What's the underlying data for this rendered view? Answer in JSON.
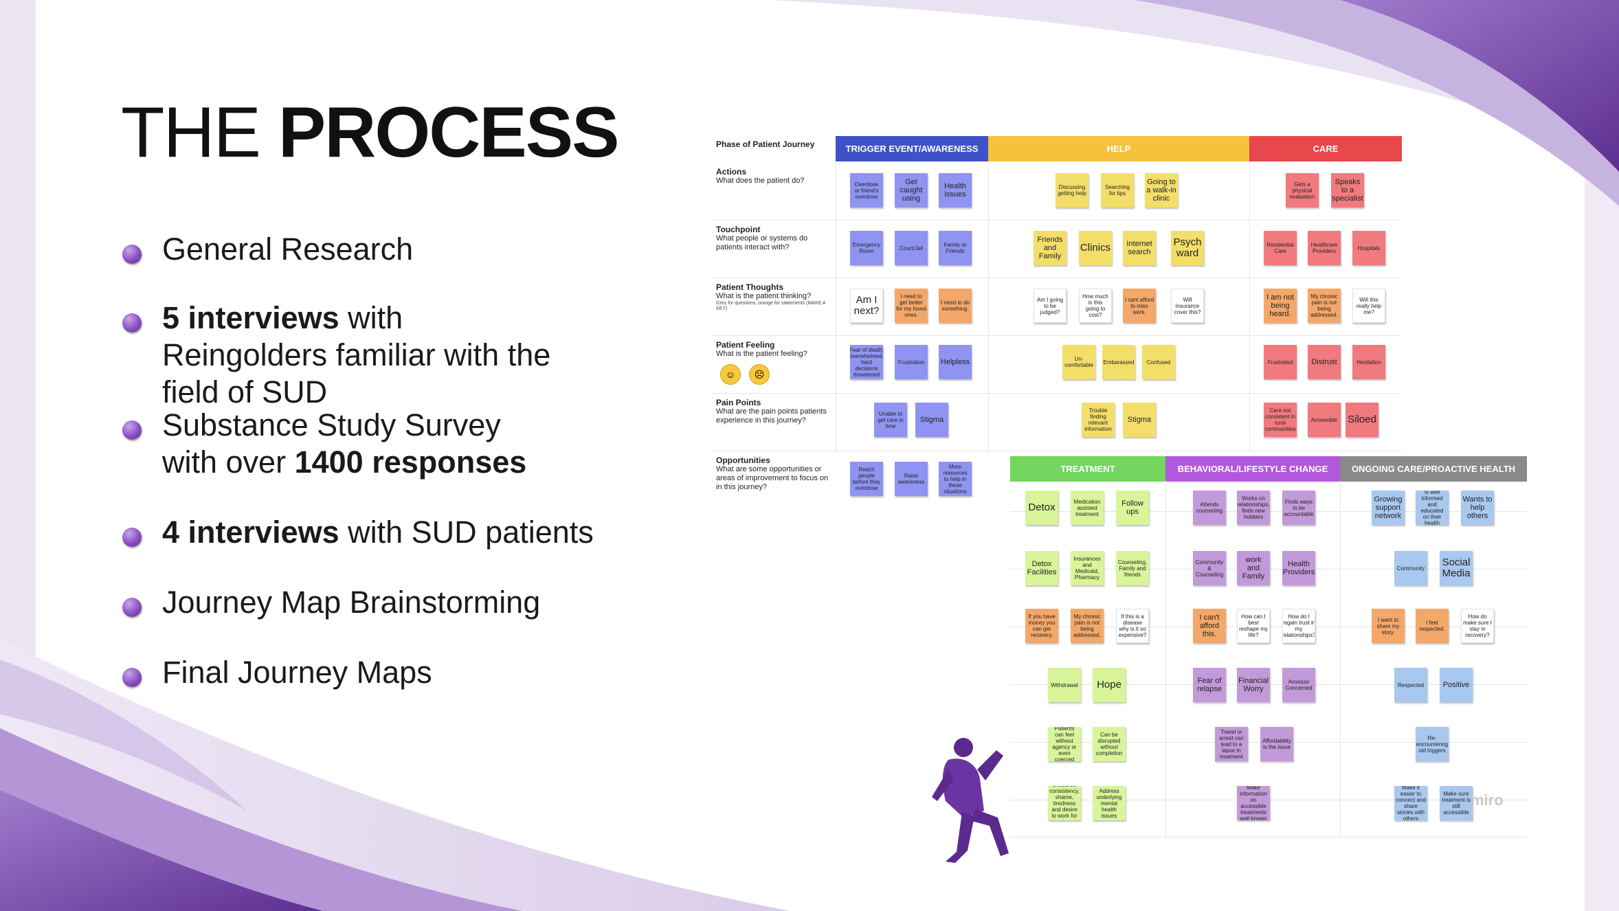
{
  "slide": {
    "title_light": "THE",
    "title_bold": "PROCESS",
    "colors": {
      "accent": "#7b3fb5",
      "deco_light": "#e4dcef",
      "deco_dark": "#7e4bb3"
    },
    "bullets": [
      {
        "pre": "",
        "bold": "",
        "post": "General Research"
      },
      {
        "pre": "",
        "bold": "5 interviews",
        "post": " with Reingolders familiar with the field of SUD"
      },
      {
        "pre": "Substance Study Survey with over ",
        "bold": "1400 responses",
        "post": ""
      },
      {
        "pre": "",
        "bold": "4 interviews",
        "post": " with SUD patients"
      },
      {
        "pre": "",
        "bold": "",
        "post": "Journey Map Brainstorming"
      },
      {
        "pre": "",
        "bold": "",
        "post": "Final Journey Maps"
      }
    ]
  },
  "board": {
    "header_label": "Phase of Patient Journey",
    "rows": [
      {
        "title": "Actions",
        "desc": "What does the patient do?",
        "note": ""
      },
      {
        "title": "Touchpoint",
        "desc": "What people or systems do patients interact with?",
        "note": ""
      },
      {
        "title": "Patient Thoughts",
        "desc": "What is the patient thinking?",
        "note": "Grey for questions, orange for statements (MAKE A KEY)"
      },
      {
        "title": "Patient Feeling",
        "desc": "What is the patient feeling?",
        "note": ""
      },
      {
        "title": "Pain Points",
        "desc": "What are the pain points patients experience in this journey?",
        "note": ""
      },
      {
        "title": "Opportunities",
        "desc": "What are some opportunities or areas of improvement to focus on in this journey?",
        "note": ""
      }
    ],
    "phases_top": [
      {
        "label": "TRIGGER EVENT/AWARENESS",
        "color": "#3f51c9"
      },
      {
        "label": "HELP",
        "color": "#f5c23b"
      },
      {
        "label": "CARE",
        "color": "#e8474b"
      }
    ],
    "phases_bottom": [
      {
        "label": "TREATMENT",
        "color": "#72d55e"
      },
      {
        "label": "BEHAVIORAL/LIFESTYLE CHANGE",
        "color": "#b358de"
      },
      {
        "label": "ONGOING CARE/PROACTIVE HEALTH",
        "color": "#8a8a8a"
      }
    ],
    "sticky_colors": {
      "blue": "#8f94f2",
      "yellow": "#f4de6a",
      "red": "#f07a7e",
      "orange": "#f3a86a",
      "white": "#ffffff",
      "green": "#d8f59a",
      "purple": "#c29ad9",
      "lightblue": "#a9c8f0"
    },
    "stickies": [
      {
        "text": "Overdose or friend's overdose",
        "c": "blue",
        "s": ""
      },
      {
        "text": "Get caught using",
        "c": "blue",
        "s": "mid"
      },
      {
        "text": "Health issues",
        "c": "blue",
        "s": "mid"
      },
      {
        "text": "Discussing getting help",
        "c": "yellow",
        "s": ""
      },
      {
        "text": "Searching for tips",
        "c": "yellow",
        "s": ""
      },
      {
        "text": "Going to a walk-in clinic",
        "c": "yellow",
        "s": "mid"
      },
      {
        "text": "Gets a physical evaluation",
        "c": "red",
        "s": ""
      },
      {
        "text": "Speaks to a specialist",
        "c": "red",
        "s": "mid"
      },
      {
        "text": "Emergency Room",
        "c": "blue",
        "s": ""
      },
      {
        "text": "Court/Jail",
        "c": "blue",
        "s": ""
      },
      {
        "text": "Family or Friends",
        "c": "blue",
        "s": ""
      },
      {
        "text": "Friends and Family",
        "c": "yellow",
        "s": "mid"
      },
      {
        "text": "Clinics",
        "c": "yellow",
        "s": "big"
      },
      {
        "text": "Internet search",
        "c": "yellow",
        "s": "mid"
      },
      {
        "text": "Psych ward",
        "c": "yellow",
        "s": "big"
      },
      {
        "text": "Residential Care",
        "c": "red",
        "s": ""
      },
      {
        "text": "Healthcare Providers",
        "c": "red",
        "s": ""
      },
      {
        "text": "Hospitals",
        "c": "red",
        "s": ""
      },
      {
        "text": "Am I next?",
        "c": "white",
        "s": "big"
      },
      {
        "text": "I need to get better for my loved ones.",
        "c": "orange",
        "s": ""
      },
      {
        "text": "I need to do something.",
        "c": "orange",
        "s": ""
      },
      {
        "text": "Am I going to be judged?",
        "c": "white",
        "s": ""
      },
      {
        "text": "How much is this going to cost?",
        "c": "white",
        "s": ""
      },
      {
        "text": "I cant afford to miss work.",
        "c": "orange",
        "s": ""
      },
      {
        "text": "Will insurance cover this?",
        "c": "white",
        "s": ""
      },
      {
        "text": "I am not being heard.",
        "c": "orange",
        "s": "mid"
      },
      {
        "text": "My chronic pain is not being addressed.",
        "c": "orange",
        "s": ""
      },
      {
        "text": "Will this really help me?",
        "c": "white",
        "s": ""
      },
      {
        "text": "Fear of death, overwhelmed, hard decisions threatened",
        "c": "blue",
        "s": ""
      },
      {
        "text": "Frustration",
        "c": "blue",
        "s": ""
      },
      {
        "text": "Helpless",
        "c": "blue",
        "s": "mid"
      },
      {
        "text": "Un-comfortable",
        "c": "yellow",
        "s": ""
      },
      {
        "text": "Embarassed",
        "c": "yellow",
        "s": ""
      },
      {
        "text": "Confused",
        "c": "yellow",
        "s": ""
      },
      {
        "text": "Frustrated",
        "c": "red",
        "s": ""
      },
      {
        "text": "Distrust",
        "c": "red",
        "s": "mid"
      },
      {
        "text": "Hesitation",
        "c": "red",
        "s": ""
      },
      {
        "text": "Unable to get care in time",
        "c": "blue",
        "s": ""
      },
      {
        "text": "Stigma",
        "c": "blue",
        "s": "mid"
      },
      {
        "text": "Trouble finding relevant information",
        "c": "yellow",
        "s": ""
      },
      {
        "text": "Stigma",
        "c": "yellow",
        "s": "mid"
      },
      {
        "text": "Care not consistent in rural communities",
        "c": "red",
        "s": ""
      },
      {
        "text": "Accessible",
        "c": "red",
        "s": ""
      },
      {
        "text": "Siloed",
        "c": "red",
        "s": "big"
      },
      {
        "text": "Reach people before they overdose",
        "c": "blue",
        "s": ""
      },
      {
        "text": "Raise awareness",
        "c": "blue",
        "s": ""
      },
      {
        "text": "More resources to help in these situations",
        "c": "blue",
        "s": ""
      },
      {
        "text": "Detox",
        "c": "green",
        "s": "big"
      },
      {
        "text": "Medication assisted treatment",
        "c": "green",
        "s": ""
      },
      {
        "text": "Follow ups",
        "c": "green",
        "s": "mid"
      },
      {
        "text": "Attends counseling",
        "c": "purple",
        "s": ""
      },
      {
        "text": "Works on relationships, finds new hobbies",
        "c": "purple",
        "s": ""
      },
      {
        "text": "Finds ways to be accountable",
        "c": "purple",
        "s": ""
      },
      {
        "text": "Growing support network",
        "c": "lightblue",
        "s": "mid"
      },
      {
        "text": "Is well informed and educated on their health",
        "c": "lightblue",
        "s": ""
      },
      {
        "text": "Wants to help others",
        "c": "lightblue",
        "s": "mid"
      },
      {
        "text": "Detox Facilities",
        "c": "green",
        "s": "mid"
      },
      {
        "text": "Insurances and Medicaid, Pharmacy",
        "c": "green",
        "s": ""
      },
      {
        "text": "Counseling, Family and friends",
        "c": "green",
        "s": ""
      },
      {
        "text": "Community & Counseling",
        "c": "purple",
        "s": ""
      },
      {
        "text": "work and Family",
        "c": "purple",
        "s": "mid"
      },
      {
        "text": "Health Providers",
        "c": "purple",
        "s": "mid"
      },
      {
        "text": "Community",
        "c": "lightblue",
        "s": ""
      },
      {
        "text": "Social Media",
        "c": "lightblue",
        "s": "big"
      },
      {
        "text": "If you have money you can get recovery.",
        "c": "orange",
        "s": ""
      },
      {
        "text": "My chronic pain is not being addressed.",
        "c": "orange",
        "s": ""
      },
      {
        "text": "If this is a disease why is it so expensive?",
        "c": "white",
        "s": ""
      },
      {
        "text": "I can't afford this.",
        "c": "orange",
        "s": "mid"
      },
      {
        "text": "How can I best reshape my life?",
        "c": "white",
        "s": ""
      },
      {
        "text": "How do I regain trust in my relationships?",
        "c": "white",
        "s": ""
      },
      {
        "text": "I want to share my story.",
        "c": "orange",
        "s": ""
      },
      {
        "text": "I feel respected.",
        "c": "orange",
        "s": ""
      },
      {
        "text": "How do make sure I stay in recovery?",
        "c": "white",
        "s": ""
      },
      {
        "text": "Withdrawal",
        "c": "green",
        "s": ""
      },
      {
        "text": "Hope",
        "c": "green",
        "s": "big"
      },
      {
        "text": "Fear of relapse",
        "c": "purple",
        "s": "mid"
      },
      {
        "text": "Financial Worry",
        "c": "purple",
        "s": "mid"
      },
      {
        "text": "Anxious/ Concerned",
        "c": "purple",
        "s": ""
      },
      {
        "text": "Respected",
        "c": "lightblue",
        "s": ""
      },
      {
        "text": "Positive",
        "c": "lightblue",
        "s": "mid"
      },
      {
        "text": "Patients can feel without agency or even coerced",
        "c": "green",
        "s": ""
      },
      {
        "text": "Can be disrupted without completion",
        "c": "green",
        "s": ""
      },
      {
        "text": "Travel or arrest can lead to a lapse in treatment",
        "c": "purple",
        "s": ""
      },
      {
        "text": "Affordability is the issue",
        "c": "purple",
        "s": ""
      },
      {
        "text": "Re-encountering old triggers",
        "c": "lightblue",
        "s": ""
      },
      {
        "text": "Address should be consistency, shame, tiredness and desire to work for treatment patients",
        "c": "green",
        "s": ""
      },
      {
        "text": "Address underlying mental health issues",
        "c": "green",
        "s": ""
      },
      {
        "text": "Make information on accessible treatments well known",
        "c": "purple",
        "s": ""
      },
      {
        "text": "Make it easier to connect and share stories with others",
        "c": "lightblue",
        "s": ""
      },
      {
        "text": "Make sure treatment is still accessible",
        "c": "lightblue",
        "s": ""
      }
    ],
    "watermark": "miro"
  }
}
